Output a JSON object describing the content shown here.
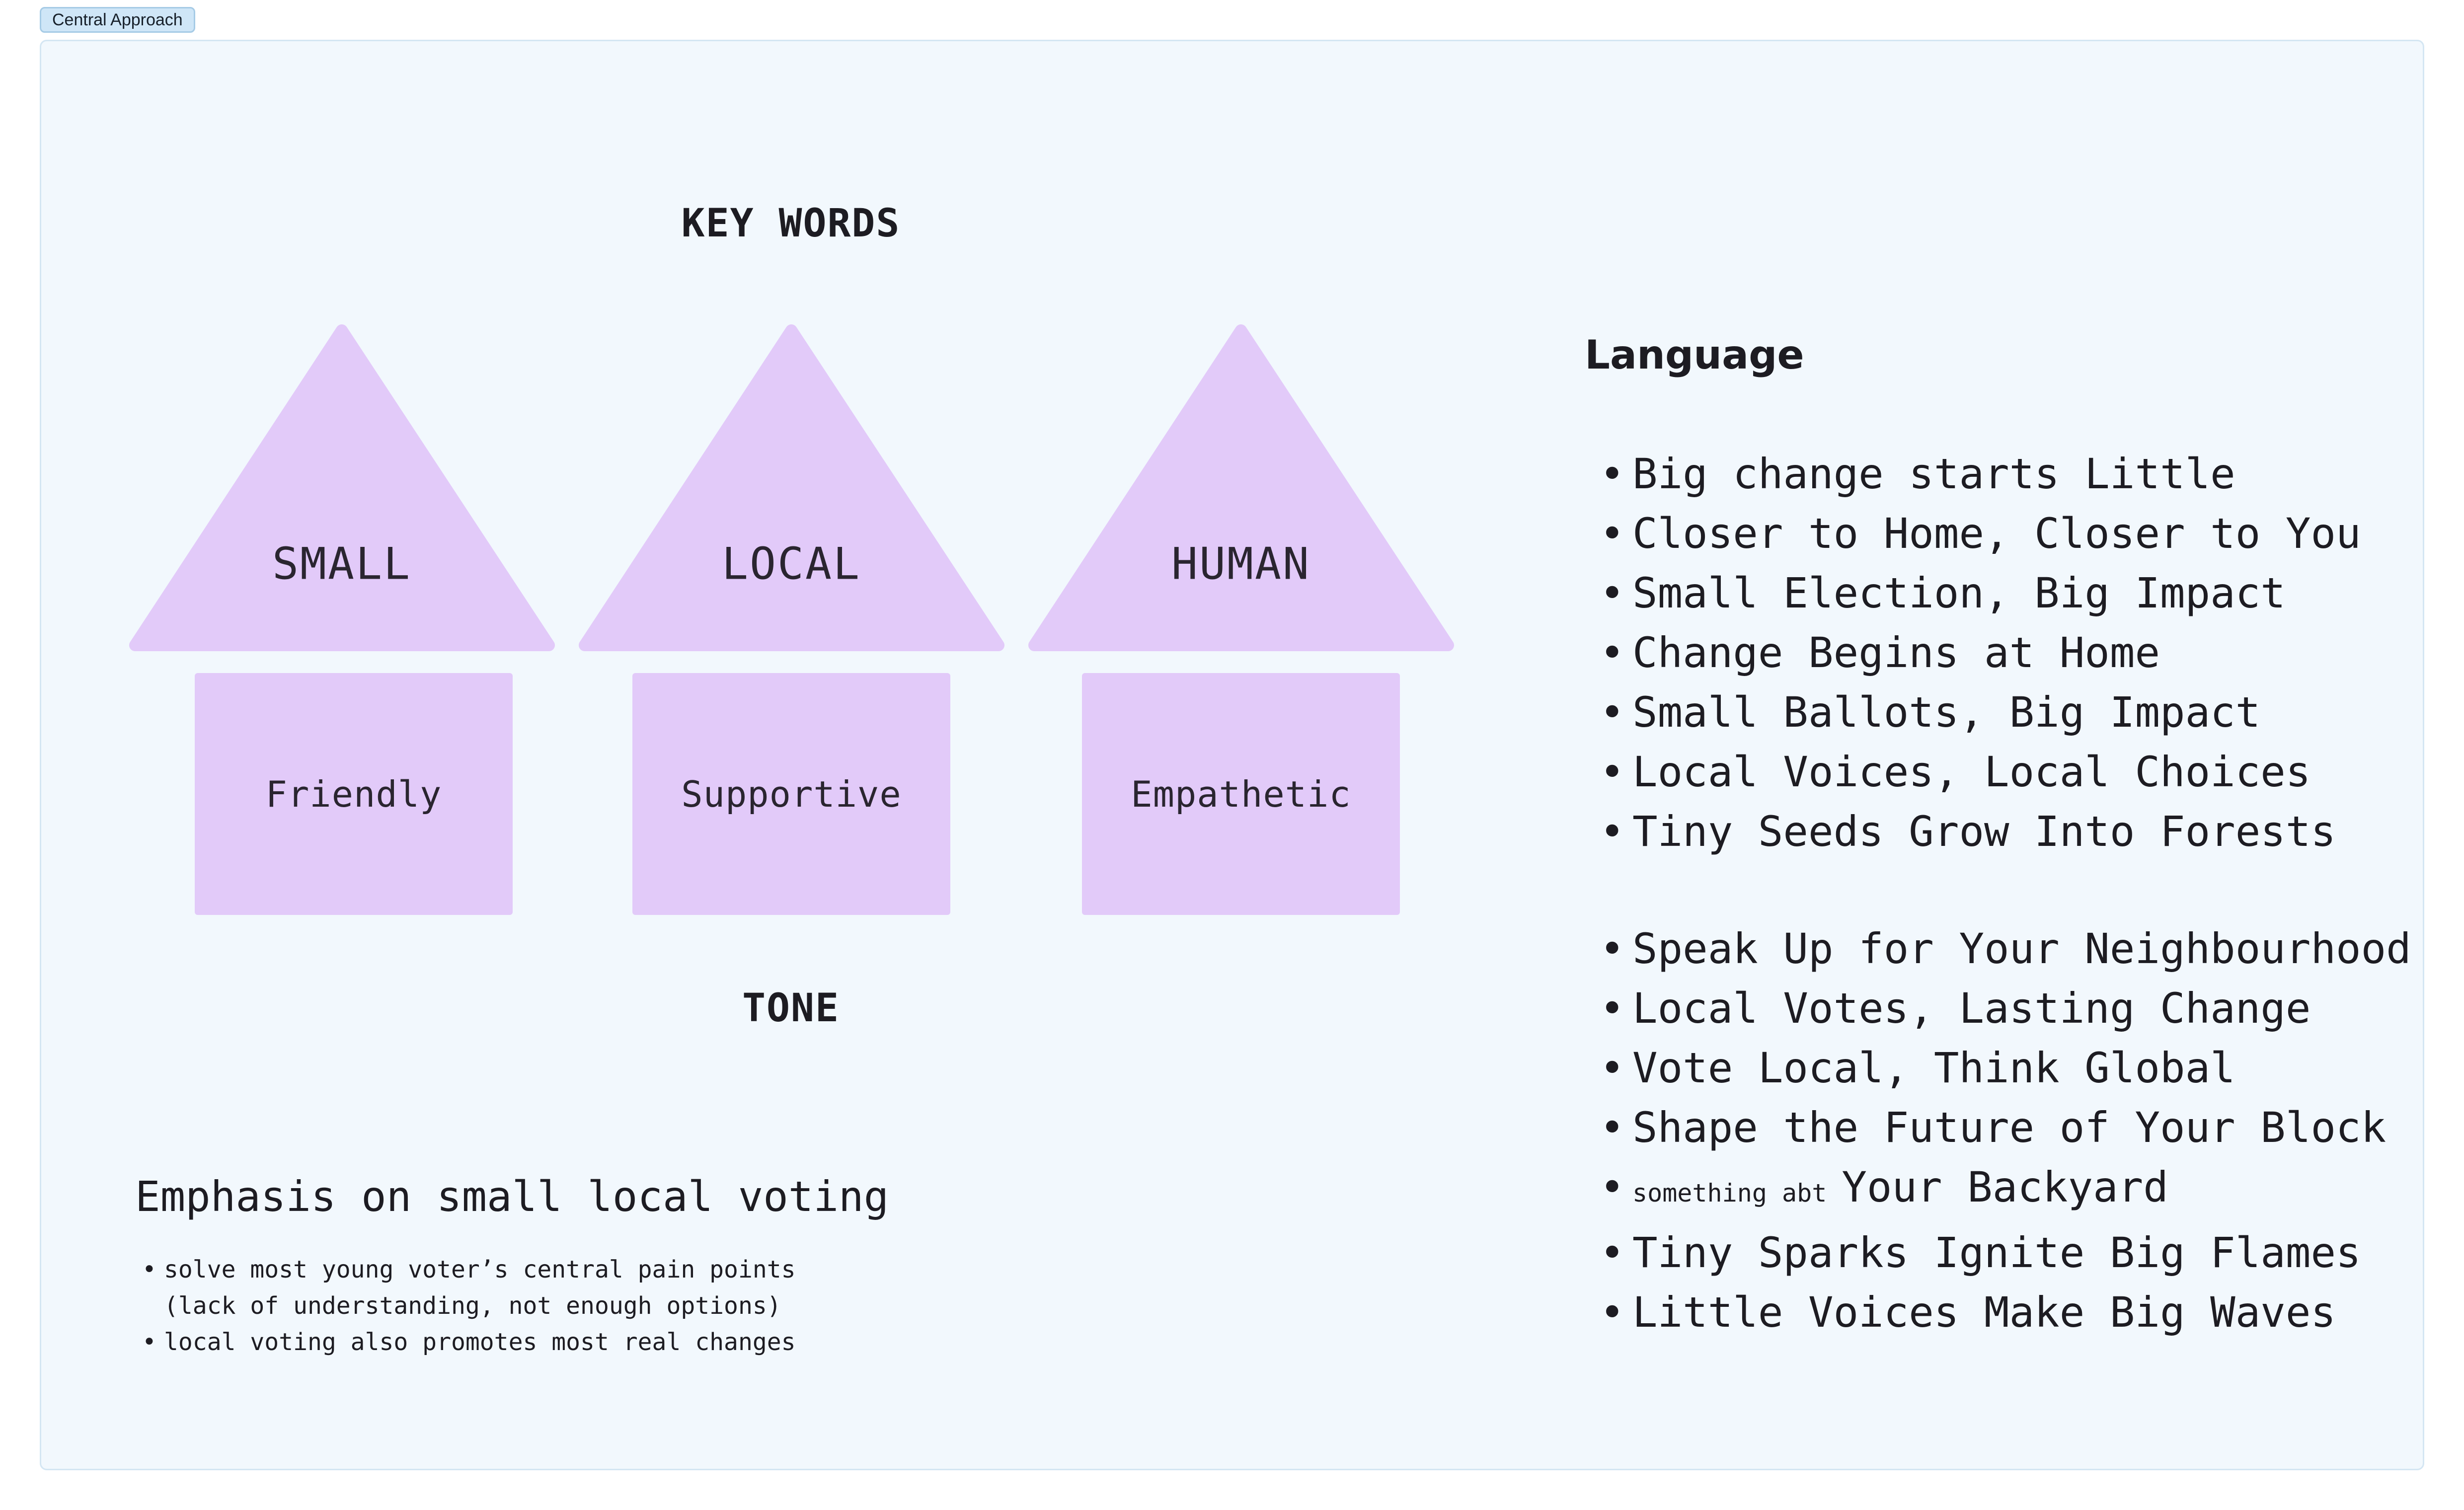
{
  "frame": {
    "label": "Central Approach"
  },
  "key_words_heading": "KEY WORDS",
  "tone_heading": "TONE",
  "key_words": [
    "SMALL",
    "LOCAL",
    "HUMAN"
  ],
  "tones": [
    "Friendly",
    "Supportive",
    "Empathetic"
  ],
  "emphasis": {
    "title": "Emphasis on small local voting",
    "bullet": "•",
    "points": [
      "solve most young voter’s central pain points",
      "(lack of understanding, not enough options)",
      "local voting also promotes most real changes"
    ]
  },
  "language": {
    "title": "Language",
    "bullet": "•",
    "group1": [
      "Big change starts Little",
      "Closer to Home, Closer to You",
      "Small Election, Big Impact",
      "Change Begins at Home",
      "Small Ballots, Big Impact",
      "Local Voices, Local Choices",
      "Tiny Seeds Grow Into Forests"
    ],
    "group2": [
      "Speak Up for Your Neighbourhood",
      "Local Votes, Lasting Change",
      "Vote Local, Think Global",
      "Shape the Future of Your Block"
    ],
    "backyard_prefix": "something abt",
    "backyard_text": "Your Backyard",
    "group3": [
      "Tiny Sparks Ignite Big Flames",
      "Little Voices Make Big Waves"
    ]
  },
  "colors": {
    "canvas": "#f2f8fd",
    "canvas_border": "#d4e6f3",
    "shape_fill": "#e2caf9",
    "tag_fill": "#cfe6f7"
  }
}
